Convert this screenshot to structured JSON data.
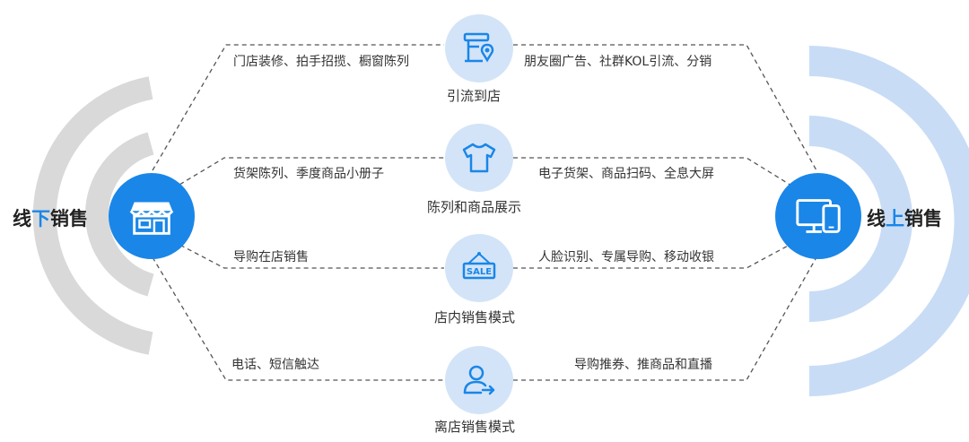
{
  "offline": {
    "label_a": "线",
    "label_b": "下",
    "label_c": "销售"
  },
  "online": {
    "label_a": "线",
    "label_b": "上",
    "label_c": "销售"
  },
  "stages": [
    {
      "title": "引流到店",
      "left": "门店装修、拍手招揽、橱窗陈列",
      "right": "朋友圈广告、社群KOL引流、分销",
      "icon": "store-location-icon"
    },
    {
      "title": "陈列和商品展示",
      "left": "货架陈列、季度商品小册子",
      "right": "电子货架、商品扫码、全息大屏",
      "icon": "tshirt-icon"
    },
    {
      "title": "店内销售模式",
      "left": "导购在店销售",
      "right": "人脸识别、专属导购、移动收银",
      "icon": "sale-sign-icon",
      "sign_text": "SALE"
    },
    {
      "title": "离店销售模式",
      "left": "电话、短信触达",
      "right": "导购推券、推商品和直播",
      "icon": "user-arrow-icon"
    }
  ],
  "colors": {
    "accent": "#1a86e8",
    "node_bg": "#d3e4f8",
    "arc_gray": "#d9d9d9",
    "arc_blue": "#c8dcf5",
    "line": "#555555"
  }
}
